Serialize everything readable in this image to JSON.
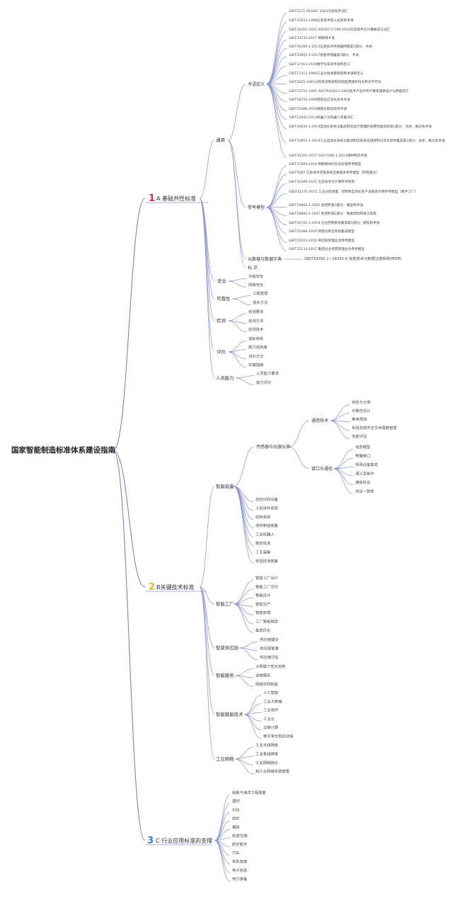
{
  "root": "国家智能制造标准体系建设指南",
  "colors": {
    "line": "#8d96c6",
    "num1": "#d7263d",
    "num2": "#f0b428",
    "num3": "#2e86c1"
  },
  "A": {
    "num": "1",
    "label": "A 基础共性标准",
    "general": {
      "label": "通用",
      "terms": {
        "label": "术语定义",
        "items": [
          "GB/T5271 ISO/IEC 2382信息技术词汇",
          "GB/T22033-2008信息技术嵌入式系统术语",
          "GB/T32400-2015 ISO/IEC17789:2014信息技术云计算概览与词汇",
          "GB/T33745-2017 物联网术语",
          "GB/T30269.2-2013信息技术传感器网络第2部分：术语",
          "GB/T33905.3-2017智能传感器第3部分：术语",
          "GB/T37413-2019数字化车间术语和定义",
          "GB/T17212-1998工业过程测量和控制术语和定义",
          "GB/T2625-1981过程检测和控制流程图用图形符号和文字代号",
          "GB/T15751-1995 ISO/TR10623-1992技术产品文件计算机辅助设计与制图词汇",
          "GB/T18725-2008制造业信息化技术术语",
          "GB/T25486-2010网络化制造技术术语",
          "GB/T12643-2013机器人与机器人装备词汇",
          "GB/T34044.1-2019自动化系统与集成制造运行管理的关键性能指标第1部分：总述、概念和术语",
          "GB/T32854.1-2016工业自动化系统与集成制造系统先进控制与优化软件集成第1部分：总述、概念及术语",
          "GB/T35351-2017 ISO17296-1:2014增材制造术语"
        ]
      },
      "ref": {
        "label": "参考模型",
        "items": [
          "GB/T37684-2019 物联网协同信息处理参考模型",
          "GB/T5087 信息技术开放系统互联基本参考模型（所有部分）",
          "GB/T32399-2015 信息技术云计算参考架构",
          "GB/Z32235-2015 工业过程测量、控制和自动化生产设施表示用参考模型（数字工厂）",
          "GB/T19892.1-2005 批控制第1部分：模型和术语",
          "GB/T19892.2-2007 批控制第2部分：数据结构和语言指南",
          "GB/T20720.1-2019 企业控制系统集成第1部分：模型和术语",
          "GB/T25488-2010 网络化制造系统集成模型",
          "GB/T25103-2010 供应链管理业务参考模型",
          "GB/T35133-2017 集团企业经营管理业务参考模型"
        ]
      },
      "meta": {
        "label": "元数据与数据字典",
        "item": "GB/T18391.1~18391.6 信息技术元数据注册系统(MDR)"
      },
      "mark": {
        "label": "标 识"
      }
    },
    "security": {
      "label": "安全",
      "items": [
        "功能安全",
        "网络安全"
      ]
    },
    "reliability": {
      "label": "可靠性",
      "items": [
        "工程管理",
        "技术方法"
      ]
    },
    "testing": {
      "label": "检测",
      "items": [
        "检测要求",
        "检测方法",
        "检测技术"
      ]
    },
    "evaluation": {
      "label": "评价",
      "items": [
        "指标体系",
        "能力成熟度",
        "评价方法",
        "实施指南"
      ]
    },
    "personnel": {
      "label": "人员能力",
      "items": [
        "人员能力要求",
        "能力评价"
      ]
    }
  },
  "B": {
    "num": "2",
    "label": "B关键技术标准",
    "equipment": {
      "label": "智能装备",
      "sensor": {
        "label": "传感器与仪器仪表",
        "common": {
          "label": "通用技术",
          "items": [
            "特性与分类",
            "可靠性设计",
            "寿命预测",
            "系统及部件全生命周期管理",
            "性能评估"
          ]
        },
        "interface": {
          "label": "接口与通信",
          "items": [
            "信息模型",
            "数据接口",
            "现场设备集成",
            "语义互操作",
            "通信协议",
            "协议一致性"
          ]
        }
      },
      "items": [
        "自动识别设备",
        "人机协作系统",
        "控制系统",
        "增材制造装备",
        "工业机器人",
        "数控机床",
        "工艺装备",
        "检验检测装备"
      ]
    },
    "factory": {
      "label": "智能工厂",
      "items": [
        "智能工厂设计",
        "智能工厂交付",
        "智能设计",
        "智能生产",
        "智能管理",
        "工厂智能物流",
        "集成优化"
      ]
    },
    "supply": {
      "label": "智慧供应链",
      "items": [
        "供应链建设",
        "供应链管理",
        "供应链评估"
      ]
    },
    "service": {
      "label": "智能服务",
      "items": [
        "大规模个性化定制",
        "运维服务",
        "网络协同制造"
      ]
    },
    "empower": {
      "label": "智能赋能技术",
      "items": [
        "人工智能",
        "工业大数据",
        "工业软件",
        "工业云",
        "边缘计算",
        "数字孪生和区块链"
      ]
    },
    "network": {
      "label": "工业网络",
      "items": [
        "工业无线网络",
        "工业有线网络",
        "工业网络融合",
        "和工业网络资源管理"
      ]
    }
  },
  "C": {
    "num": "3",
    "label": "C 行业应用标准的支撑",
    "items": [
      "船舶与海洋工程装备",
      "建材",
      "石化",
      "纺织",
      "钢铁",
      "轨道交通",
      "航空航天",
      "汽车",
      "有色金属",
      "电子信息",
      "电力装备"
    ]
  }
}
